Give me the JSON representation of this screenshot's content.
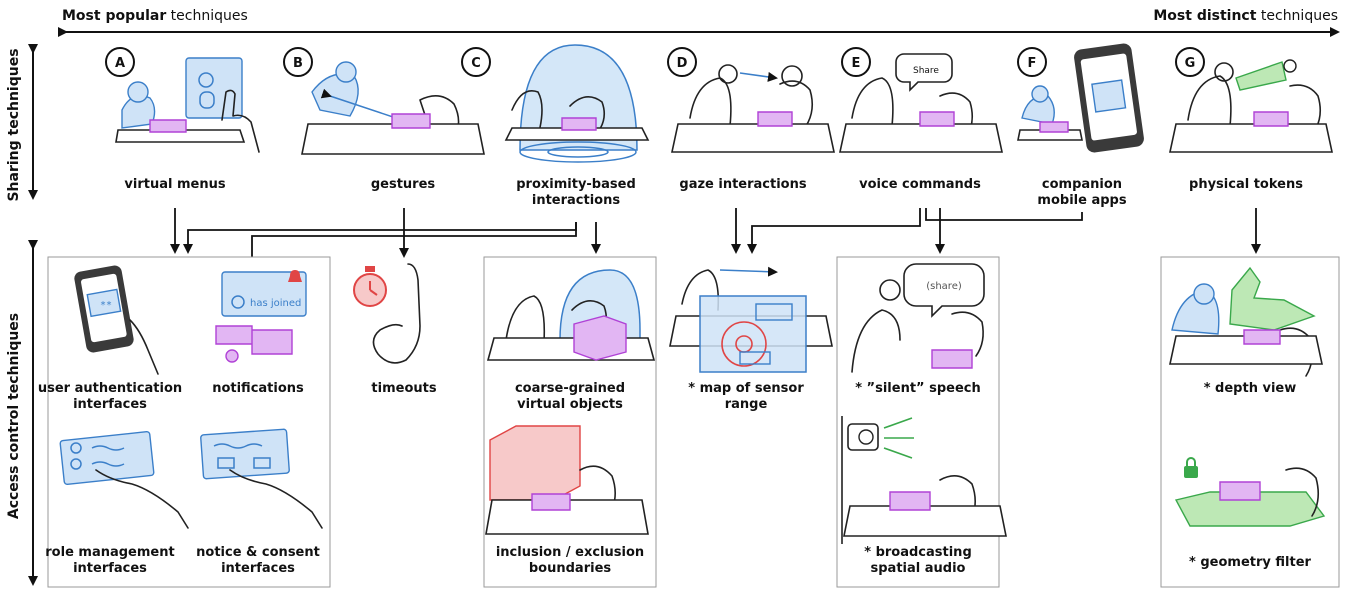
{
  "top_axis": {
    "left_bold": "Most popular",
    "left_rest": " techniques",
    "right_bold": "Most distinct",
    "right_rest": " techniques"
  },
  "side_axes": {
    "sharing": "Sharing techniques",
    "access": "Access control techniques"
  },
  "sharing_techniques": [
    {
      "letter": "A",
      "lines": [
        "virtual menus"
      ]
    },
    {
      "letter": "B",
      "lines": [
        "gestures"
      ]
    },
    {
      "letter": "C",
      "lines": [
        "proximity-based",
        "interactions"
      ]
    },
    {
      "letter": "D",
      "lines": [
        "gaze interactions"
      ]
    },
    {
      "letter": "E",
      "lines": [
        "voice commands"
      ]
    },
    {
      "letter": "F",
      "lines": [
        "companion",
        "mobile apps"
      ]
    },
    {
      "letter": "G",
      "lines": [
        "physical tokens"
      ]
    }
  ],
  "access_control_techniques": {
    "user_auth": [
      "user authentication",
      "interfaces"
    ],
    "notifications": [
      "notifications"
    ],
    "role_mgmt": [
      "role management",
      "interfaces"
    ],
    "notice_consent": [
      "notice & consent",
      "interfaces"
    ],
    "timeouts": [
      "timeouts"
    ],
    "coarse": [
      "coarse-grained",
      "virtual objects"
    ],
    "inclusion": [
      "inclusion / exclusion",
      "boundaries"
    ],
    "sensor_map": [
      "* map of sensor",
      "range"
    ],
    "silent": [
      "* ”silent” speech"
    ],
    "spatial_audio": [
      "* broadcasting",
      "spatial audio"
    ],
    "depth": [
      "* depth view"
    ],
    "geometry": [
      "* geometry filter"
    ]
  },
  "sketch_text": {
    "has_joined": "has joined",
    "share_bubble": "Share",
    "share_bubble_quiet": "(share)",
    "password": "**"
  },
  "colors": {
    "blue": "#3b7fc9",
    "purple": "#b042d6",
    "red": "#e04545",
    "green": "#3aa84b"
  }
}
